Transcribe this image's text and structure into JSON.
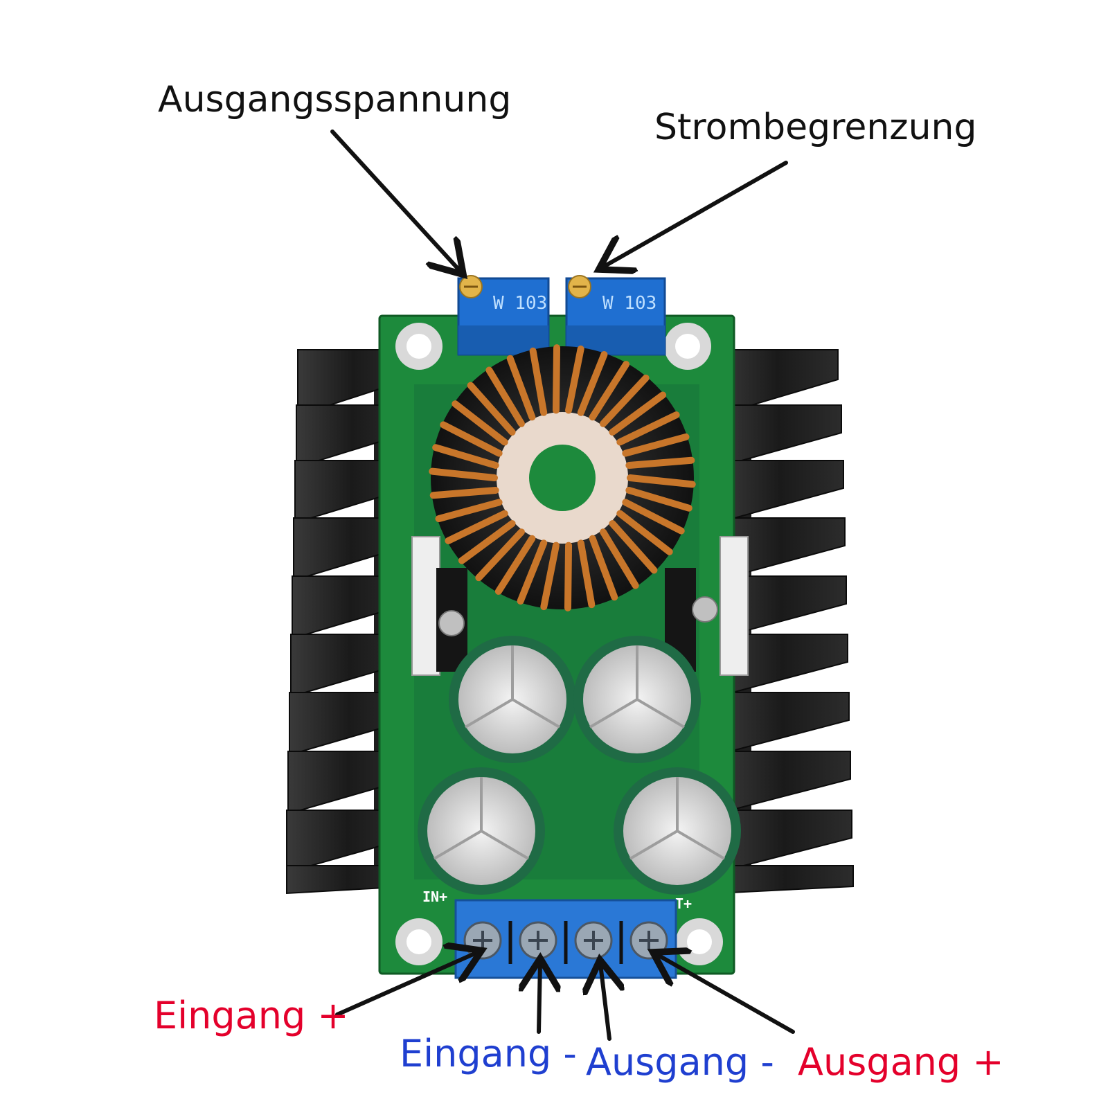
{
  "colors": {
    "label_dark": "#111111",
    "label_red": "#e4002b",
    "label_blue": "#1f3fd0",
    "pcb_green": "#1d8a3c",
    "heatsink_black": "#1c1c1c",
    "pot_blue": "#1f6fd1",
    "terminal_blue": "#2a78d6",
    "copper": "#c8762a",
    "capacitor_green": "#1f6b45"
  },
  "labels": {
    "output_voltage": "Ausgangsspannung",
    "current_limit": "Strombegrenzung",
    "input_plus": "Eingang +",
    "input_minus": "Eingang -",
    "output_minus": "Ausgang -",
    "output_plus": "Ausgang +"
  },
  "board": {
    "pot_marking_1": "W 103",
    "pot_marking_2": "W 103",
    "silk_in_plus": "IN+",
    "silk_out_plus": "T+"
  }
}
